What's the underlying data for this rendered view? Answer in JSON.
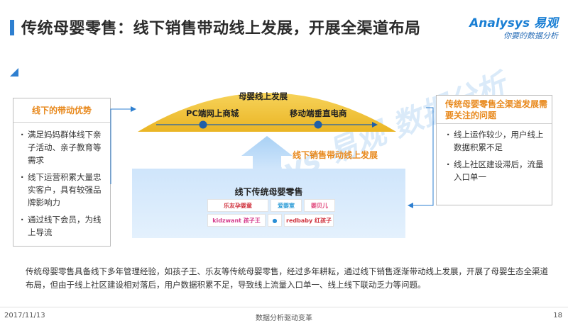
{
  "header": {
    "title": "传统母婴零售：线下销售带动线上发展，开展全渠道布局",
    "logo_text": "Analysys 易观",
    "logo_subtitle": "你要的数据分析"
  },
  "left_box": {
    "title": "线下的带动优势",
    "items": [
      "满足妈妈群体线下亲子活动、亲子教育等需求",
      "线下运营积累大量忠实客户，具有较强品牌影响力",
      "通过线下会员，为线上导流"
    ]
  },
  "right_box": {
    "title": "传统母婴零售全渠道发展需要关注的问题",
    "items": [
      "线上运作较少，用户线上数据积累不足",
      "线上社区建设滞后，流量入口单一"
    ]
  },
  "center": {
    "arc_title": "母婴线上发展",
    "pc_label": "PC端网上商城",
    "mobile_label": "移动端垂直电商",
    "arrow_label": "线下销售带动线上发展",
    "base_title": "线下传统母婴零售",
    "brands": [
      "乐友孕婴童",
      "爱婴室",
      "婴贝儿",
      "kidzwant 孩子王",
      "●",
      "redbaby 红孩子"
    ],
    "watermark": "Analysys 易观 数据分析"
  },
  "description": "传统母婴零售具备线下多年管理经验，如孩子王、乐友等传统母婴零售，经过多年耕耘，通过线下销售逐渐带动线上发展，开展了母婴生态全渠道布局，但由于线上社区建设相对落后，用户数据积累不足，导致线上流量入口单一、线上线下联动乏力等问题。",
  "footer": {
    "date": "2017/11/13",
    "center_text": "数据分析驱动变革",
    "page": "18"
  },
  "colors": {
    "accent_blue": "#2e7fd0",
    "accent_orange": "#e8891d",
    "arc_yellow": "#f2c12e",
    "base_blue": "#cfe5fb"
  }
}
